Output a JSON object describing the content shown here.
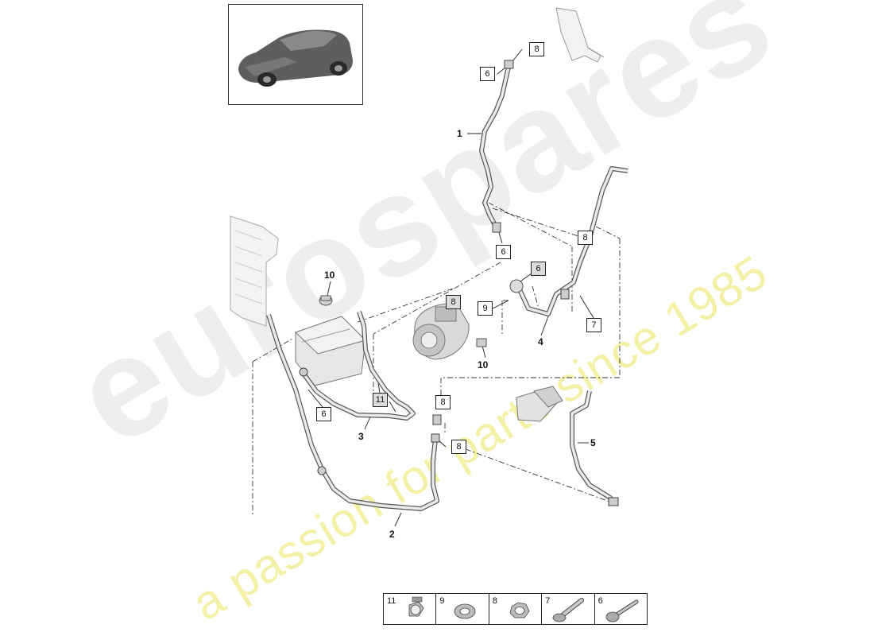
{
  "watermark": {
    "brand": "eurospares",
    "tagline": "a passion for parts since 1985"
  },
  "callouts": {
    "c_top_8": "8",
    "c_top_6": "6",
    "c_mid_6": "6",
    "c_right_8": "8",
    "c_shaded_6": "6",
    "c_shaded_8": "8",
    "c_9": "9",
    "c_7": "7",
    "c_shaded_11": "11",
    "c_left_6": "6",
    "c_bottom_8a": "8",
    "c_bottom_8b": "8"
  },
  "part_labels": {
    "p1": "1",
    "p2": "2",
    "p3": "3",
    "p4": "4",
    "p5": "5",
    "p10a": "10",
    "p10b": "10"
  },
  "legend": {
    "items": [
      {
        "number": "11",
        "icon": "clip-icon"
      },
      {
        "number": "9",
        "icon": "sealing-ring-icon"
      },
      {
        "number": "8",
        "icon": "hex-nut-icon"
      },
      {
        "number": "7",
        "icon": "collar-bolt-icon"
      },
      {
        "number": "6",
        "icon": "torx-bolt-icon"
      }
    ]
  }
}
